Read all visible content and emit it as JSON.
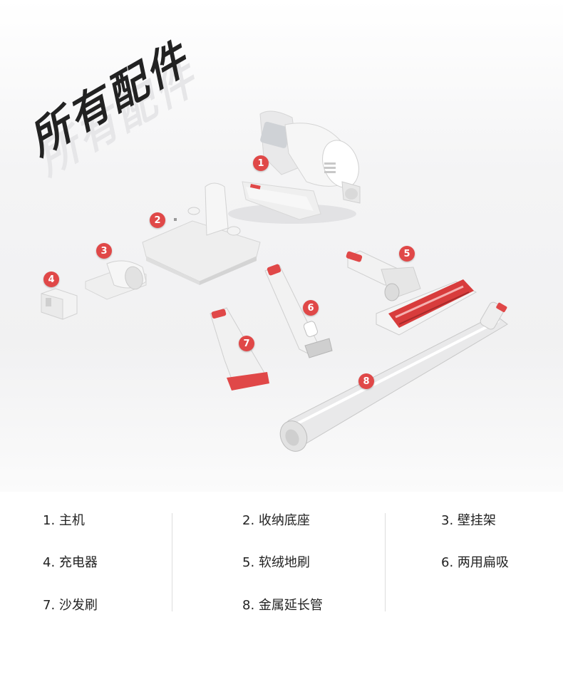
{
  "page": {
    "title": "所有配件",
    "accent_color": "#e04848"
  },
  "badges": [
    "1",
    "2",
    "3",
    "4",
    "5",
    "6",
    "7",
    "8"
  ],
  "legend": {
    "items": [
      {
        "number": "1.",
        "label": "主机"
      },
      {
        "number": "2.",
        "label": "收纳底座"
      },
      {
        "number": "3.",
        "label": "壁挂架"
      },
      {
        "number": "4.",
        "label": "充电器"
      },
      {
        "number": "5.",
        "label": "软绒地刷"
      },
      {
        "number": "6.",
        "label": "两用扁吸"
      },
      {
        "number": "7.",
        "label": "沙发刷"
      },
      {
        "number": "8.",
        "label": "金属延长管"
      }
    ]
  }
}
